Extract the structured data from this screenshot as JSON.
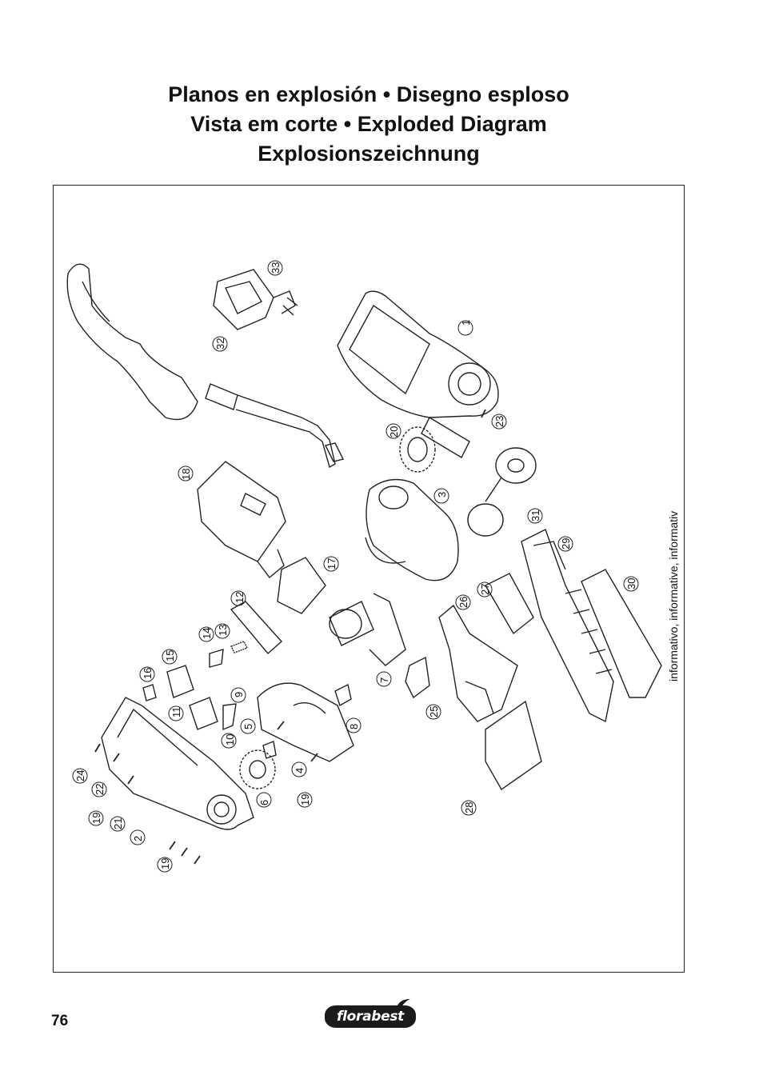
{
  "title": {
    "line1": "Planos en explosión • Disegno esploso",
    "line2": "Vista em corte • Exploded Diagram",
    "line3": "Explosionszeichnung"
  },
  "side_note": "informativo, informative, informativ",
  "part_numbers": [
    "1",
    "2",
    "3",
    "4",
    "5",
    "6",
    "7",
    "8",
    "9",
    "10",
    "11",
    "12",
    "13",
    "14",
    "15",
    "16",
    "17",
    "18",
    "19",
    "20",
    "21",
    "22",
    "23",
    "24",
    "25",
    "26",
    "27",
    "28",
    "29",
    "30",
    "31",
    "32",
    "33"
  ],
  "labels": {
    "p1": "1",
    "p2": "2",
    "p3": "3",
    "p4": "4",
    "p5": "5",
    "p6": "6",
    "p7": "7",
    "p8": "8",
    "p9": "9",
    "p10": "10",
    "p11": "11",
    "p12": "12",
    "p13": "13",
    "p14": "14",
    "p15": "15",
    "p16": "16",
    "p17": "17",
    "p18": "18",
    "p19a": "19",
    "p19b": "19",
    "p19c": "19",
    "p20": "20",
    "p21": "21",
    "p22": "22",
    "p23": "23",
    "p24": "24",
    "p25": "25",
    "p26": "26",
    "p27": "27",
    "p28": "28",
    "p29": "29",
    "p30": "30",
    "p31": "31",
    "p32": "32",
    "p33": "33"
  },
  "page_number": "76",
  "logo": {
    "text": "florabest",
    "color": "#1b1b1b",
    "leaf_color": "#1b1b1b"
  }
}
